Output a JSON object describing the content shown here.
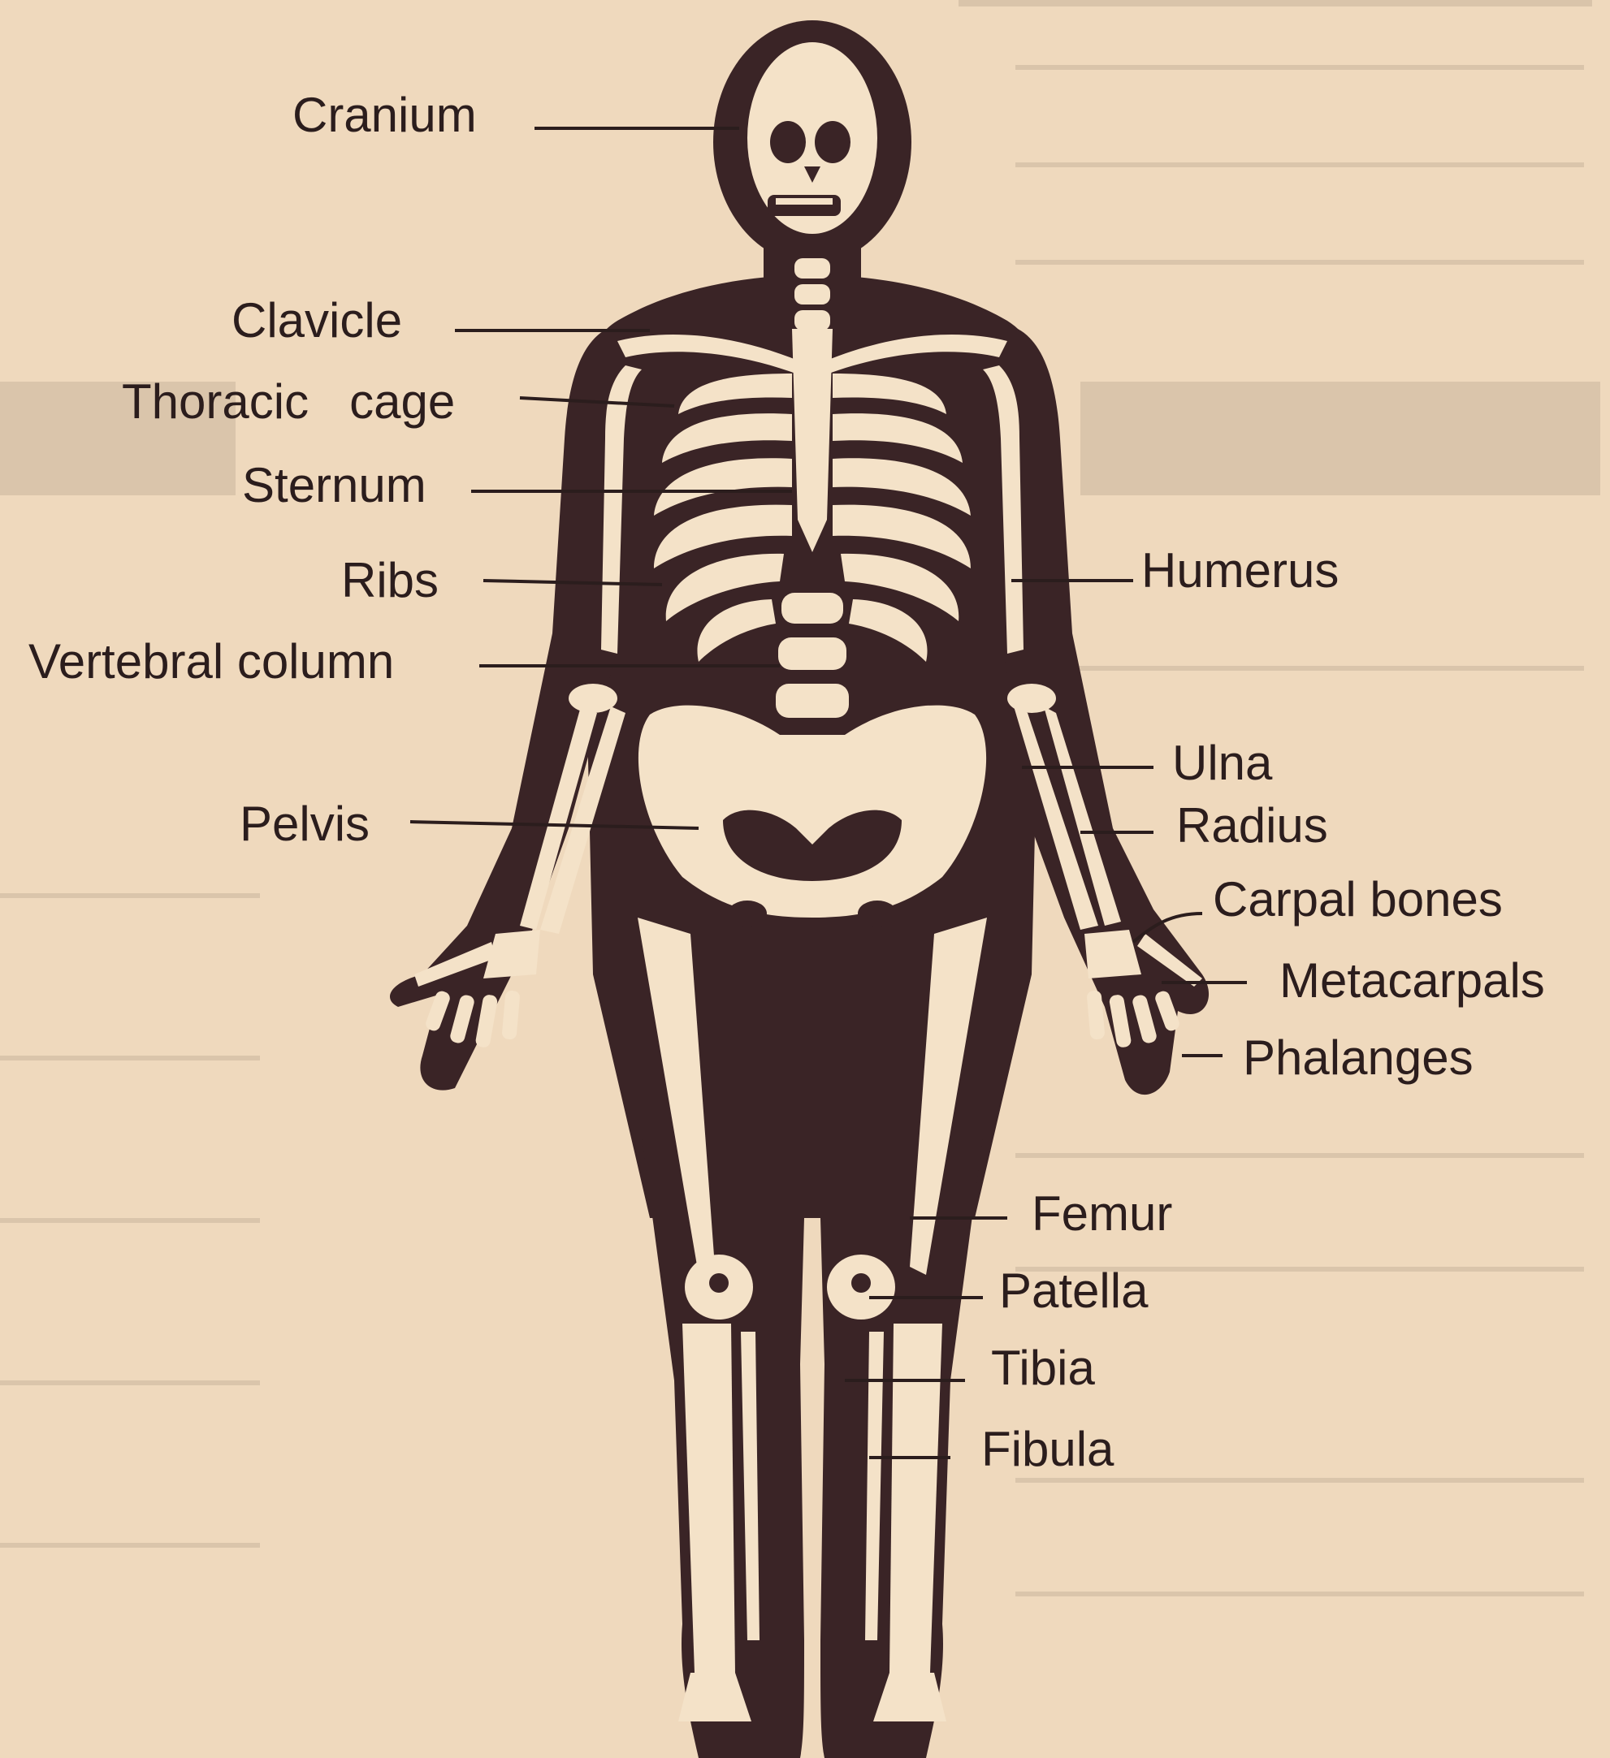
{
  "colors": {
    "paper": "#efd9bd",
    "silhouette": "#3a2426",
    "bone": "#f4e2c8",
    "ink": "#2b1d1d"
  },
  "labels": {
    "cranium": "Cranium",
    "clavicle": "Clavicle",
    "thoracic_cage": "Thoracic   cage",
    "sternum": "Sternum",
    "ribs": "Ribs",
    "vertebral_column": "Vertebral column",
    "pelvis": "Pelvis",
    "humerus": "Humerus",
    "ulna": "Ulna",
    "radius": "Radius",
    "carpal_bones": "Carpal bones",
    "metacarpals": "Metacarpals",
    "phalanges": "Phalanges",
    "femur": "Femur",
    "patella": "Patella",
    "tibia": "Tibia",
    "fibula": "Fibula"
  }
}
